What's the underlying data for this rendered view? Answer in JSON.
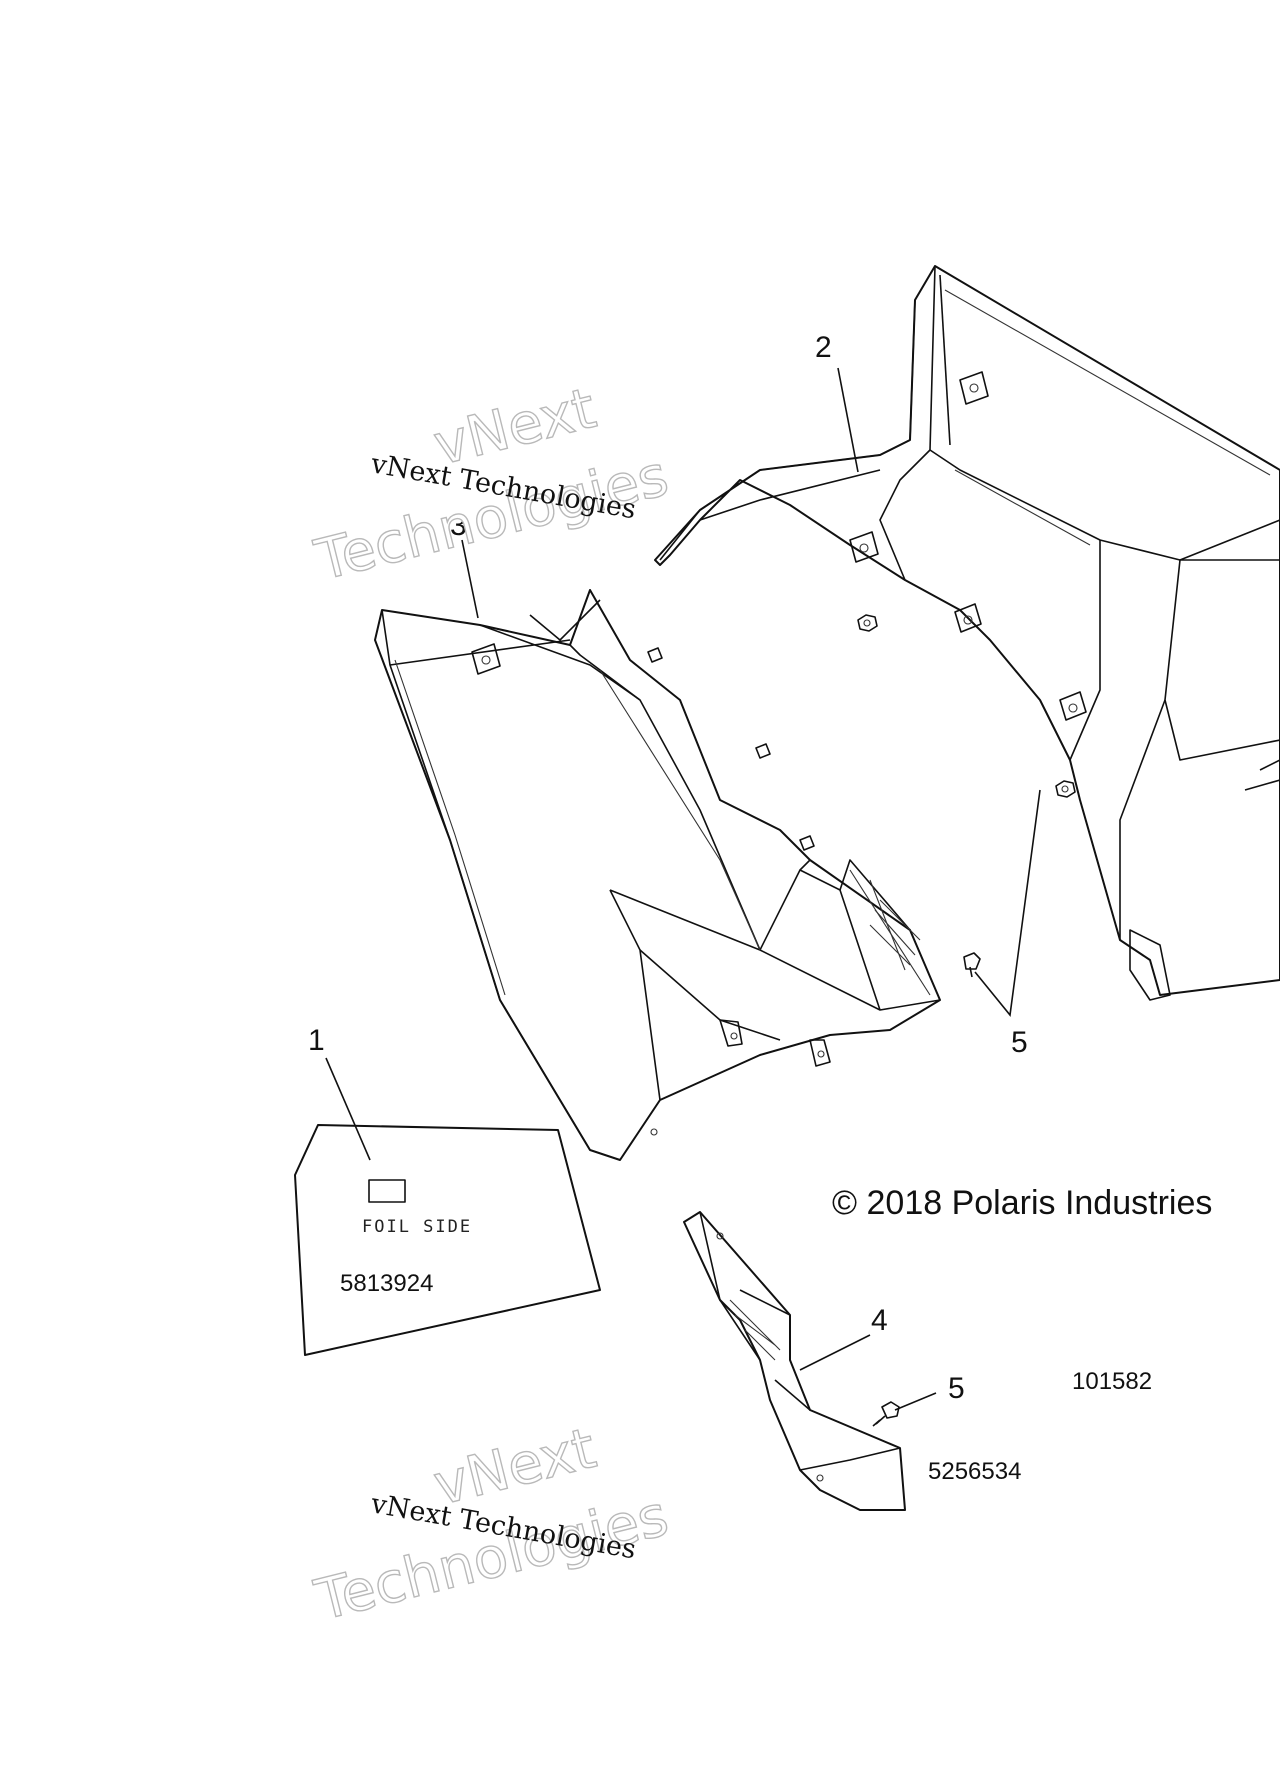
{
  "diagram": {
    "callouts": {
      "c1": "1",
      "c2": "2",
      "c3": "3",
      "c4": "4",
      "c5a": "5",
      "c5b": "5"
    },
    "part_numbers": {
      "foil_sheet": "5813924",
      "bracket": "5256534"
    },
    "foil_label": "FOIL SIDE",
    "figure_id": "101582",
    "copyright": "© 2018 Polaris Industries"
  },
  "watermarks": [
    {
      "large_line1": "vNext",
      "large_line2": "Technologies",
      "small": "vNext Technologies"
    },
    {
      "large_line1": "vNext",
      "large_line2": "Technologies",
      "small": "vNext Technologies"
    }
  ],
  "colors": {
    "line": "#111111",
    "watermark_outline": "#b9b9b9",
    "background": "#ffffff"
  }
}
